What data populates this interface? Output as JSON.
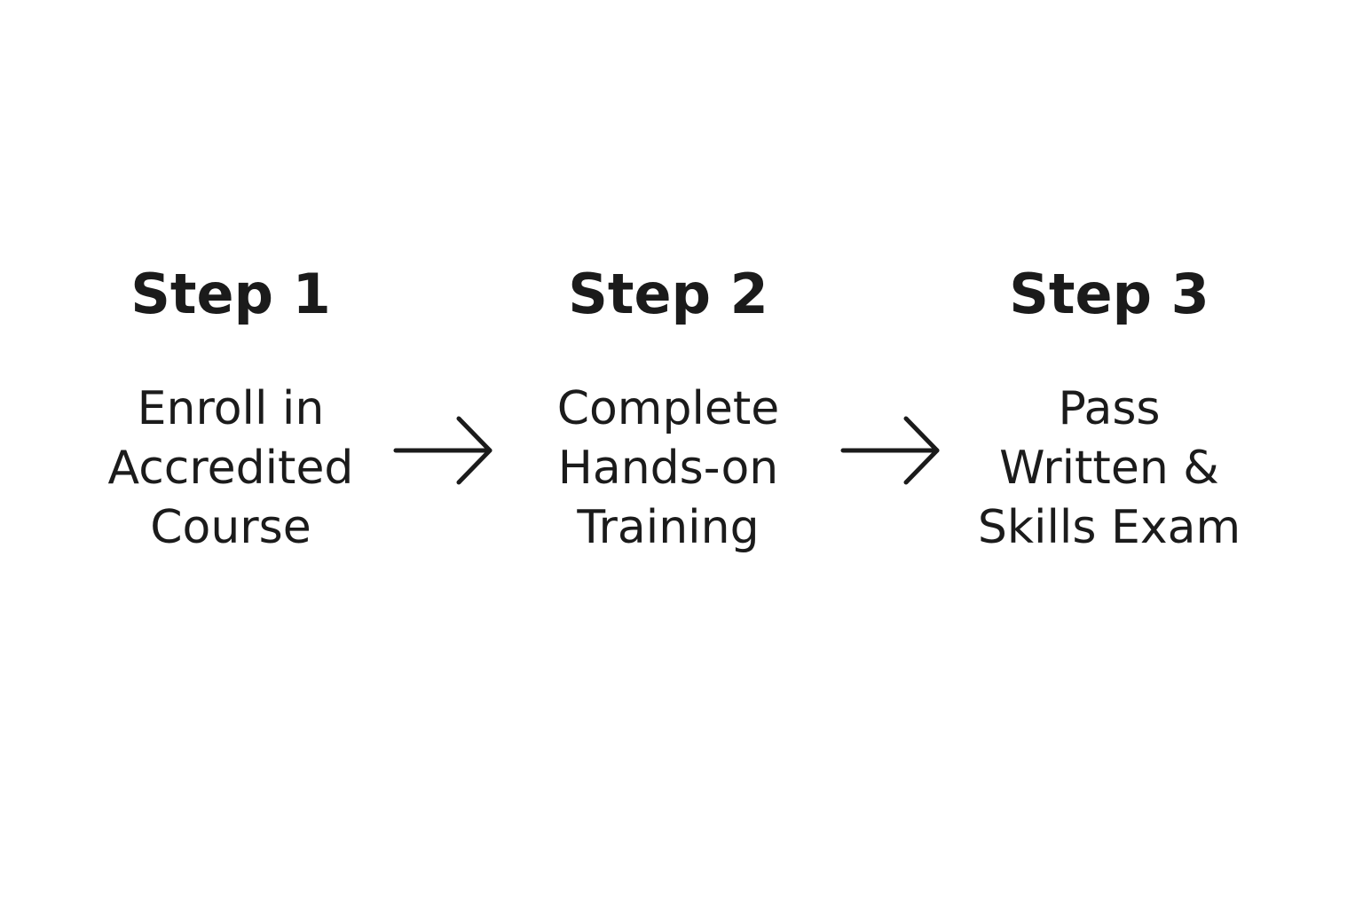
{
  "steps": [
    {
      "title": "Step 1",
      "lines": [
        "Enroll in",
        "Accredited",
        "Course"
      ]
    },
    {
      "title": "Step 2",
      "lines": [
        "Complete",
        "Hands-on",
        "Training"
      ]
    },
    {
      "title": "Step 3",
      "lines": [
        "Pass",
        "Written &",
        "Skills Exam"
      ]
    }
  ],
  "arrows": [
    {
      "icon": "arrow-right-icon"
    },
    {
      "icon": "arrow-right-icon"
    }
  ],
  "colors": {
    "background": "#ffffff",
    "text": "#1b1b1b"
  }
}
